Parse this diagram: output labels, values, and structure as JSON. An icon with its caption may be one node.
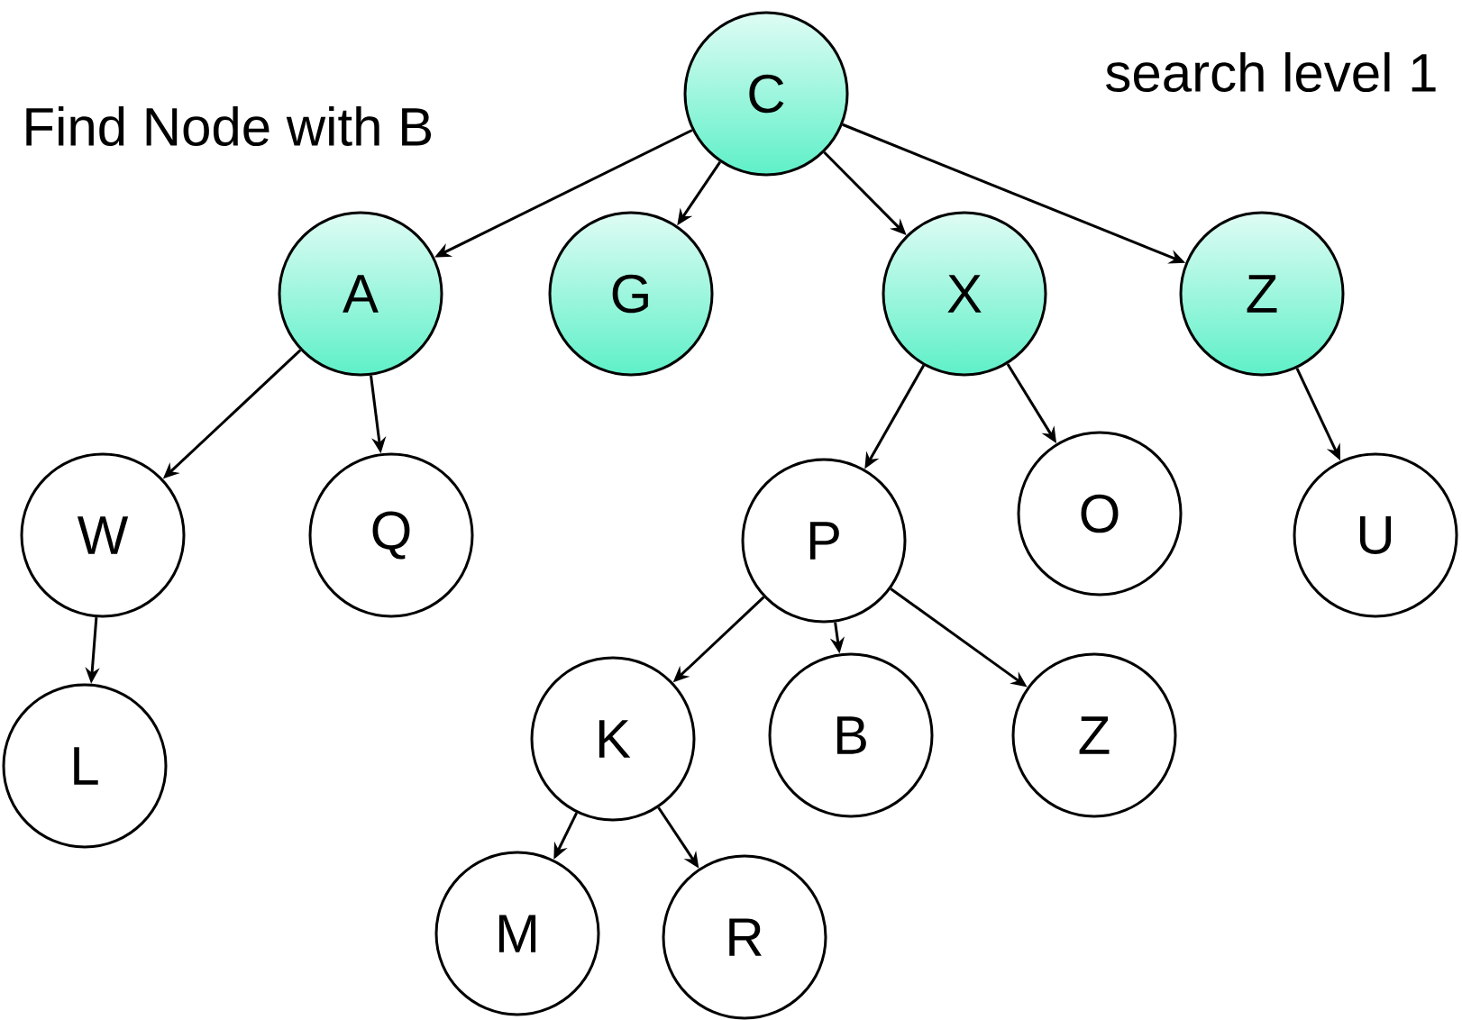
{
  "diagram": {
    "nodes": [
      {
        "text": [
          "C"
        ]
      },
      {
        "text": [
          "A"
        ]
      },
      {
        "text": [
          "G"
        ]
      },
      {
        "text": [
          "X"
        ]
      },
      {
        "text": [
          "Z"
        ]
      },
      {
        "text": [
          "W"
        ]
      },
      {
        "text": [
          "Q"
        ]
      },
      {
        "text": [
          "P"
        ]
      },
      {
        "text": [
          "O"
        ]
      },
      {
        "text": [
          "U"
        ]
      },
      {
        "text": [
          "L"
        ]
      },
      {
        "text": [
          "K"
        ]
      },
      {
        "text": [
          "B"
        ]
      },
      {
        "text": [
          "Z"
        ]
      },
      {
        "text": [
          "M"
        ]
      },
      {
        "text": [
          "R"
        ]
      }
    ],
    "edges": [
      {
        "from": 0,
        "to": 1,
        "arrow": "to"
      },
      {
        "from": 0,
        "to": 2,
        "arrow": "to"
      },
      {
        "from": 0,
        "to": 3,
        "arrow": "to"
      },
      {
        "from": 0,
        "to": 4,
        "arrow": "to"
      },
      {
        "from": 1,
        "to": 5,
        "arrow": "to"
      },
      {
        "from": 1,
        "to": 6,
        "arrow": "to"
      },
      {
        "from": 3,
        "to": 7,
        "arrow": "to"
      },
      {
        "from": 3,
        "to": 8,
        "arrow": "to"
      },
      {
        "from": 4,
        "to": 9,
        "arrow": "to"
      },
      {
        "from": 5,
        "to": 10,
        "arrow": "to"
      },
      {
        "from": 7,
        "to": 11,
        "arrow": "to"
      },
      {
        "from": 7,
        "to": 12,
        "arrow": "to"
      },
      {
        "from": 7,
        "to": 13,
        "arrow": "to"
      },
      {
        "from": 11,
        "to": 14,
        "arrow": "to"
      },
      {
        "from": 11,
        "to": 15,
        "arrow": "to"
      }
    ],
    "labels": [
      "Find Node with B",
      "search level 1"
    ]
  }
}
